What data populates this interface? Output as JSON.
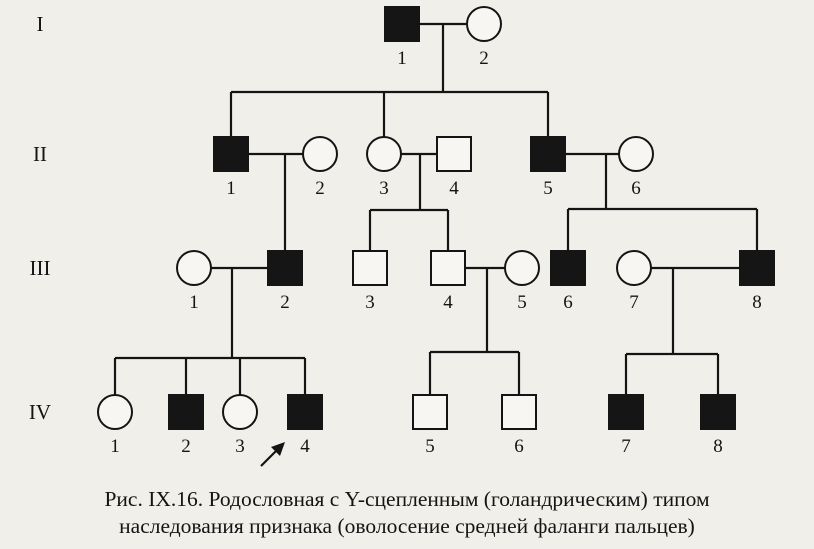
{
  "generation_labels": [
    "I",
    "II",
    "III",
    "IV"
  ],
  "legend": {
    "affected_color": "#151515",
    "unaffected_color": "#f7f6f2"
  },
  "individuals": {
    "I-1": {
      "number": "1",
      "sex": "male",
      "affected": true
    },
    "I-2": {
      "number": "2",
      "sex": "female",
      "affected": false
    },
    "II-1": {
      "number": "1",
      "sex": "male",
      "affected": true
    },
    "II-2": {
      "number": "2",
      "sex": "female",
      "affected": false
    },
    "II-3": {
      "number": "3",
      "sex": "female",
      "affected": false
    },
    "II-4": {
      "number": "4",
      "sex": "male",
      "affected": false
    },
    "II-5": {
      "number": "5",
      "sex": "male",
      "affected": true
    },
    "II-6": {
      "number": "6",
      "sex": "female",
      "affected": false
    },
    "III-1": {
      "number": "1",
      "sex": "female",
      "affected": false
    },
    "III-2": {
      "number": "2",
      "sex": "male",
      "affected": true
    },
    "III-3": {
      "number": "3",
      "sex": "male",
      "affected": false
    },
    "III-4": {
      "number": "4",
      "sex": "male",
      "affected": false
    },
    "III-5": {
      "number": "5",
      "sex": "female",
      "affected": false
    },
    "III-6": {
      "number": "6",
      "sex": "male",
      "affected": true
    },
    "III-7": {
      "number": "7",
      "sex": "female",
      "affected": false
    },
    "III-8": {
      "number": "8",
      "sex": "male",
      "affected": true
    },
    "IV-1": {
      "number": "1",
      "sex": "female",
      "affected": false
    },
    "IV-2": {
      "number": "2",
      "sex": "male",
      "affected": true
    },
    "IV-3": {
      "number": "3",
      "sex": "female",
      "affected": false
    },
    "IV-4": {
      "number": "4",
      "sex": "male",
      "affected": true,
      "proband": true
    },
    "IV-5": {
      "number": "5",
      "sex": "male",
      "affected": false
    },
    "IV-6": {
      "number": "6",
      "sex": "male",
      "affected": false
    },
    "IV-7": {
      "number": "7",
      "sex": "male",
      "affected": true
    },
    "IV-8": {
      "number": "8",
      "sex": "male",
      "affected": true
    }
  },
  "caption": {
    "line1": "Рис. IX.16. Родословная с Y-сцепленным (голандрическим) типом",
    "line2": "наследования признака (оволосение средней фаланги пальцев)"
  }
}
